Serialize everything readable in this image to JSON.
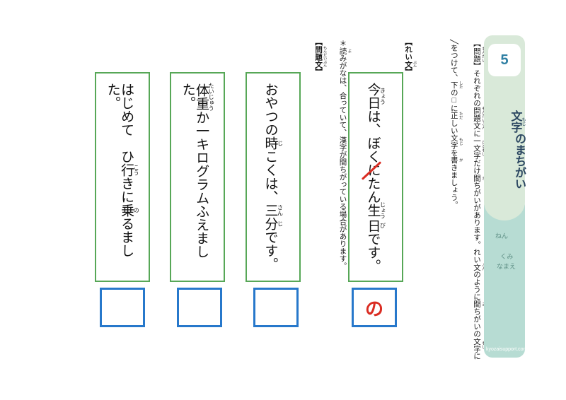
{
  "sidebar": {
    "number": "5",
    "title": [
      {
        "t": "文字",
        "r": "もじ"
      },
      {
        "t": "のまちがい"
      }
    ],
    "fields": {
      "nen": "ねん",
      "kumi": "くみ",
      "namae": "なまえ"
    },
    "site": "kyozaisupport.com",
    "colors": {
      "green_bg": "#d9e9d9",
      "teal_bg": "#b7dcd3",
      "title": "#2b4661",
      "number": "#2e7fa3"
    }
  },
  "instructions": {
    "line1": [
      {
        "t": "【"
      },
      {
        "t": "問題",
        "r": "もんだい"
      },
      {
        "t": "】それぞれの"
      },
      {
        "t": "問題文",
        "r": "もんだいぶん"
      },
      {
        "t": "に"
      },
      {
        "t": "一文字",
        "r": "ひともじ"
      },
      {
        "t": "だけ"
      },
      {
        "t": "間",
        "r": "ま"
      },
      {
        "t": "ちがいがあります。れい"
      },
      {
        "t": "文",
        "r": "ぶん"
      },
      {
        "t": "のように"
      },
      {
        "t": "間",
        "r": "ま"
      },
      {
        "t": "ちがいの"
      },
      {
        "t": "文字",
        "r": "もじ"
      },
      {
        "t": "に"
      }
    ],
    "line2": [
      {
        "t": "╱をつけて、"
      },
      {
        "t": "下",
        "r": "した"
      },
      {
        "t": "の□に"
      },
      {
        "t": "正",
        "r": "ただ"
      },
      {
        "t": "しい"
      },
      {
        "t": "文字",
        "r": "もじ"
      },
      {
        "t": "を"
      },
      {
        "t": "書",
        "r": "か"
      },
      {
        "t": "きましょう。"
      }
    ],
    "note": [
      {
        "t": "＊"
      },
      {
        "t": "読",
        "r": "よ"
      },
      {
        "t": "みがなは、"
      },
      {
        "t": "合",
        "r": "あ"
      },
      {
        "t": "っていて、"
      },
      {
        "t": "漢字",
        "r": "かんじ"
      },
      {
        "t": "が"
      },
      {
        "t": "間",
        "r": "ま"
      },
      {
        "t": "ちがっている"
      },
      {
        "t": "場合",
        "r": "ばあい"
      },
      {
        "t": "があります。"
      }
    ]
  },
  "labels": {
    "example": [
      {
        "t": "【れい"
      },
      {
        "t": "文",
        "r": "ぶん"
      },
      {
        "t": "】"
      }
    ],
    "problems": [
      {
        "t": "【"
      },
      {
        "t": "問題文",
        "r": "もんだいぶん"
      },
      {
        "t": "】"
      }
    ]
  },
  "example": {
    "sentence": [
      {
        "t": "今日",
        "r": "きょう"
      },
      {
        "t": "は、ぼく"
      },
      {
        "t": "に",
        "mark": true
      },
      {
        "t": "たん"
      },
      {
        "t": "生",
        "r": "じょう"
      },
      {
        "t": "日",
        "r": "び"
      },
      {
        "t": "です。"
      }
    ],
    "answer": "の"
  },
  "problems": [
    {
      "sentence": [
        {
          "t": "おやつの"
        },
        {
          "t": "時",
          "r": "じ"
        },
        {
          "t": "こくは、"
        },
        {
          "t": "三",
          "r": "さん"
        },
        {
          "t": "分",
          "r": "じ"
        },
        {
          "t": "です。"
        }
      ],
      "answer": ""
    },
    {
      "sentence": [
        {
          "t": "体重",
          "r": "たいじゅう"
        },
        {
          "t": "か一キログラムふえました。"
        }
      ],
      "answer": ""
    },
    {
      "sentence": [
        {
          "t": "はじめて　ひ"
        },
        {
          "t": "行",
          "r": "こう"
        },
        {
          "t": "きに"
        },
        {
          "t": "乗",
          "r": "の"
        },
        {
          "t": "るました。"
        }
      ],
      "answer": ""
    }
  ],
  "colors": {
    "sentence_border_green": "#57a757",
    "answer_border_blue": "#2778cb",
    "mark_red": "#da2c22",
    "text": "#1a1a1a"
  }
}
